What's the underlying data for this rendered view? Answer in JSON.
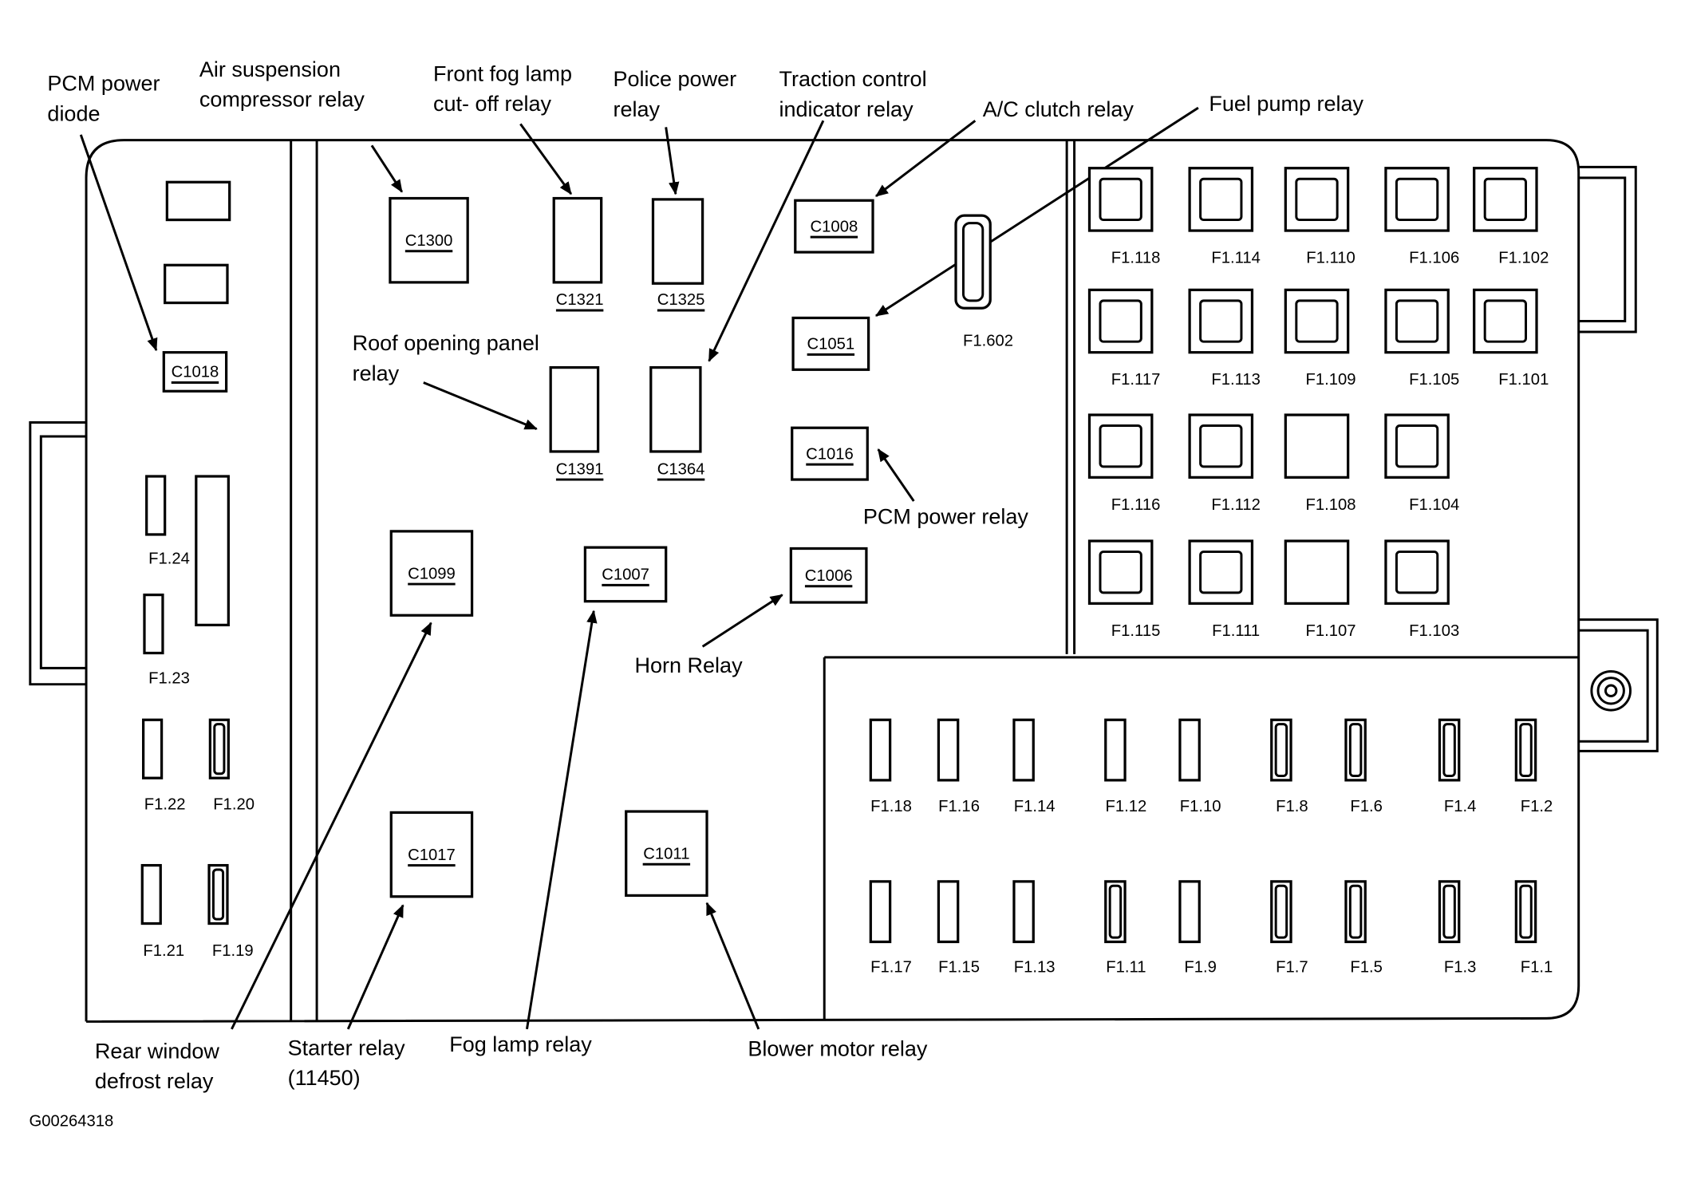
{
  "figure_id": "G00264318",
  "callouts": [
    {
      "lines": [
        "PCM power",
        "diode"
      ]
    },
    {
      "lines": [
        "Air suspension",
        "compressor relay"
      ]
    },
    {
      "lines": [
        "Front fog lamp",
        "cut- off relay"
      ]
    },
    {
      "lines": [
        "Police power",
        "relay"
      ]
    },
    {
      "lines": [
        "Traction control",
        "indicator relay"
      ]
    },
    {
      "lines": [
        "A/C clutch relay"
      ]
    },
    {
      "lines": [
        "Fuel pump relay"
      ]
    },
    {
      "lines": [
        "Roof opening panel",
        "relay"
      ]
    },
    {
      "lines": [
        "PCM power relay"
      ]
    },
    {
      "lines": [
        "Horn Relay"
      ]
    },
    {
      "lines": [
        "Rear window",
        "defrost  relay"
      ]
    },
    {
      "lines": [
        "Starter relay",
        "(11450)"
      ]
    },
    {
      "lines": [
        "Fog lamp relay"
      ]
    },
    {
      "lines": [
        "Blower motor relay"
      ]
    }
  ],
  "relays": [
    "C1018",
    "C1300",
    "C1321",
    "C1325",
    "C1391",
    "C1364",
    "C1008",
    "C1051",
    "C1016",
    "C1006",
    "C1099",
    "C1007",
    "C1017",
    "C1011"
  ],
  "left_fuses": [
    "F1.24",
    "F1.23",
    "F1.22",
    "F1.20",
    "F1.21",
    "F1.19"
  ],
  "center_fuse": "F1.602",
  "maxi_fuses": [
    [
      "F1.118",
      "F1.114",
      "F1.110",
      "F1.106",
      "F1.102"
    ],
    [
      "F1.117",
      "F1.113",
      "F1.109",
      "F1.105",
      "F1.101"
    ],
    [
      "F1.116",
      "F1.112",
      "F1.108",
      "F1.104"
    ],
    [
      "F1.115",
      "F1.111",
      "F1.107",
      "F1.103"
    ]
  ],
  "mini_fuses": [
    [
      "F1.18",
      "F1.16",
      "F1.14",
      "F1.12",
      "F1.10",
      "F1.8",
      "F1.6",
      "F1.4",
      "F1.2"
    ],
    [
      "F1.17",
      "F1.15",
      "F1.13",
      "F1.11",
      "F1.9",
      "F1.7",
      "F1.5",
      "F1.3",
      "F1.1"
    ]
  ]
}
